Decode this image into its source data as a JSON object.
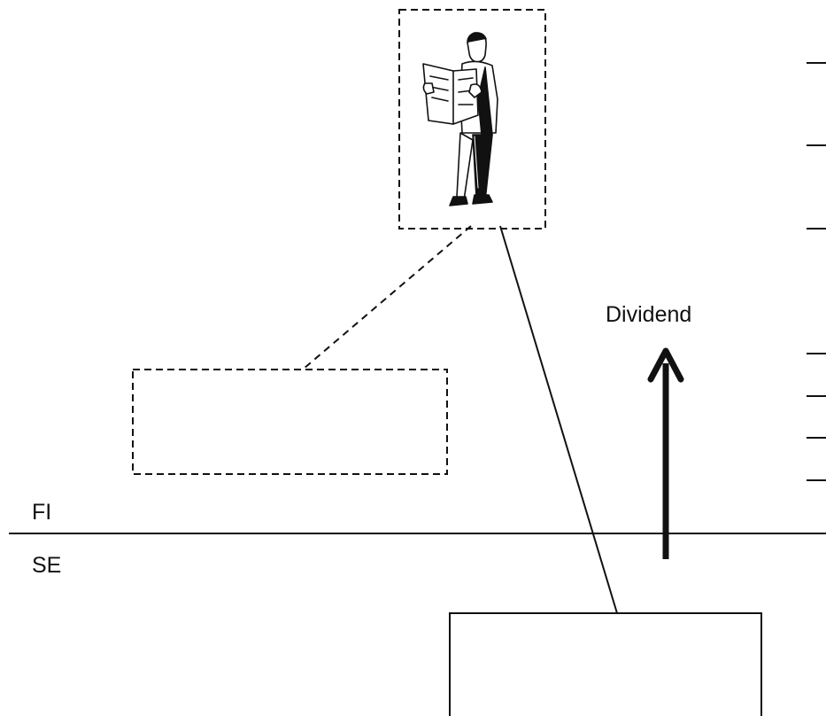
{
  "labels": {
    "dividend": "Dividend",
    "upper_region": "FI",
    "lower_region": "SE"
  },
  "icons": {
    "person": "man-reading-newspaper-icon"
  },
  "colors": {
    "stroke": "#111111",
    "background": "#ffffff"
  }
}
